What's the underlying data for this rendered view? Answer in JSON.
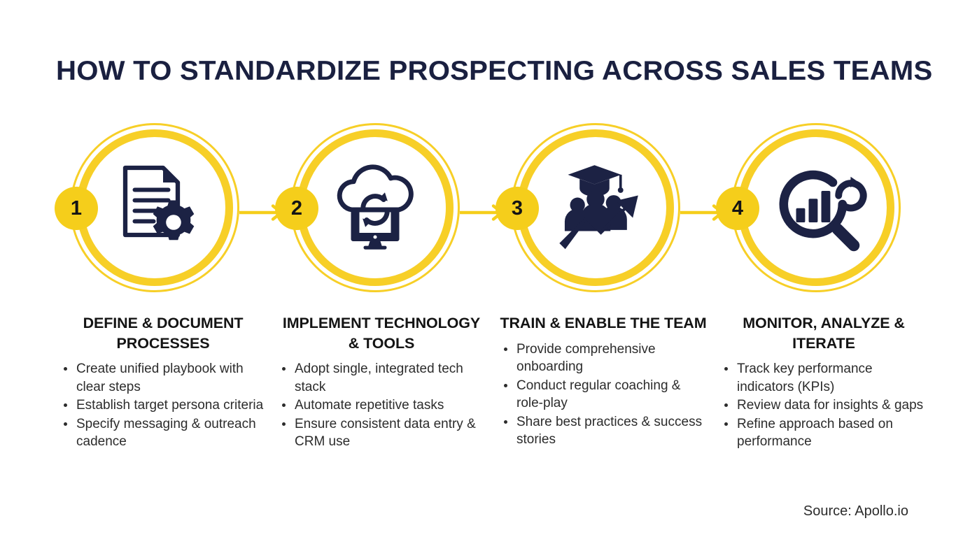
{
  "title": "HOW TO STANDARDIZE PROSPECTING ACROSS SALES TEAMS",
  "colors": {
    "ring": "#F7CF27",
    "badge": "#F5CE1B",
    "arrow": "#F5CE1B",
    "title_text": "#1a2040",
    "icon": "#1c2244",
    "body_text": "#2c2c2c",
    "background": "#ffffff"
  },
  "steps": [
    {
      "number": "1",
      "icon": "document-gear-icon",
      "heading": "DEFINE & DOCUMENT PROCESSES",
      "bullets": [
        "Create unified playbook with clear steps",
        "Establish target persona criteria",
        "Specify messaging & outreach cadence"
      ]
    },
    {
      "number": "2",
      "icon": "cloud-sync-monitor-icon",
      "heading": "IMPLEMENT TECHNOLOGY & TOOLS",
      "bullets": [
        "Adopt single, integrated tech stack",
        "Automate repetitive tasks",
        "Ensure consistent data entry & CRM use"
      ]
    },
    {
      "number": "3",
      "icon": "graduation-team-growth-icon",
      "heading": "TRAIN & ENABLE THE TEAM",
      "bullets": [
        "Provide comprehensive onboarding",
        "Conduct regular coaching & role-play",
        "Share best practices & success stories"
      ]
    },
    {
      "number": "4",
      "icon": "magnifier-chart-refresh-icon",
      "heading": "MONITOR, ANALYZE & ITERATE",
      "bullets": [
        "Track key performance indicators (KPIs)",
        "Review data for insights & gaps",
        "Refine approach based on performance"
      ]
    }
  ],
  "connectors": [
    {
      "name": "arrow-step-1-to-2"
    },
    {
      "name": "arrow-step-2-to-3"
    },
    {
      "name": "arrow-step-3-to-4"
    }
  ],
  "source": "Source: Apollo.io"
}
